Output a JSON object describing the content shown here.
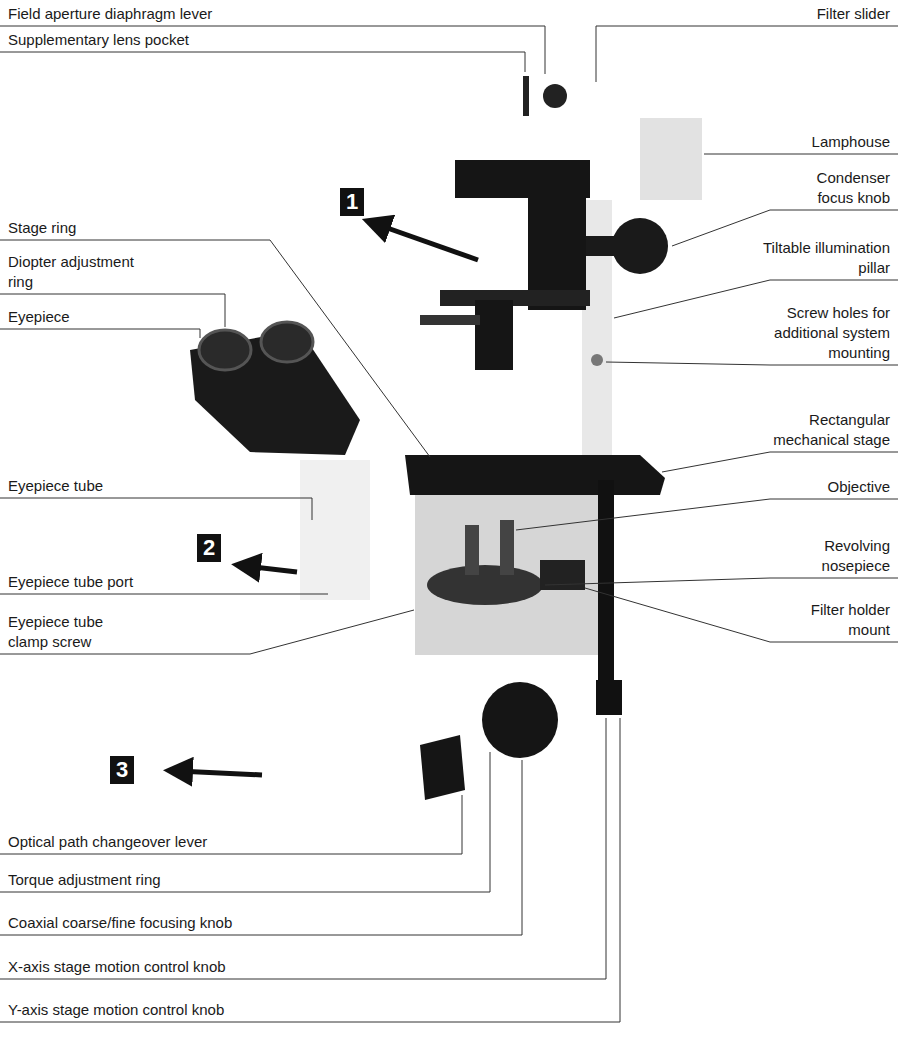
{
  "diagram": {
    "nodes": [
      {
        "text": [
          "1"
        ]
      },
      {
        "text": [
          "2"
        ]
      },
      {
        "text": [
          "3"
        ]
      }
    ],
    "labels": [
      "Field aperture diaphragm lever",
      "Filter slider",
      "Supplementary lens pocket",
      "Lamphouse",
      "Condenser focus knob",
      "Stage ring",
      "Tiltable illumination pillar",
      "Diopter adjustment ring",
      "Eyepiece",
      "Screw holes for additional system mounting",
      "Rectangular mechanical stage",
      "Eyepiece tube",
      "Objective",
      "Revolving nosepiece",
      "Eyepiece tube port",
      "Filter holder mount",
      "Eyepiece tube clamp screw",
      "Optical path changeover lever",
      "Torque adjustment ring",
      "Coaxial coarse/fine focusing knob",
      "X-axis stage motion control knob",
      "Y-axis stage motion control knob"
    ]
  }
}
